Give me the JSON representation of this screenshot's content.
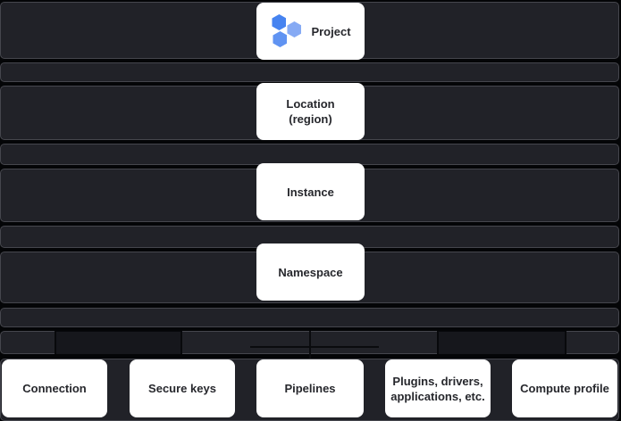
{
  "nodes": {
    "project": {
      "label": "Project"
    },
    "location": {
      "line1": "Location",
      "line2": "(region)"
    },
    "instance": {
      "label": "Instance"
    },
    "namespace": {
      "label": "Namespace"
    },
    "connection": {
      "label": "Connection"
    },
    "secure_keys": {
      "label": "Secure keys"
    },
    "pipelines": {
      "label": "Pipelines"
    },
    "plugins": {
      "line1": "Plugins, drivers,",
      "line2": "applications, etc."
    },
    "compute_profile": {
      "label": "Compute profile"
    }
  },
  "icons": {
    "project_icon": "hexagon-cluster-icon"
  },
  "colors": {
    "background": "#040507",
    "band_fill": "#212228",
    "band_border": "#45464d",
    "node_fill": "#ffffff",
    "node_text": "#26272c",
    "connector": "#0a0b0e",
    "hexagon_blue_1": "#4683f0",
    "hexagon_blue_2": "#86aaf4",
    "hexagon_blue_3": "#6093f2"
  }
}
